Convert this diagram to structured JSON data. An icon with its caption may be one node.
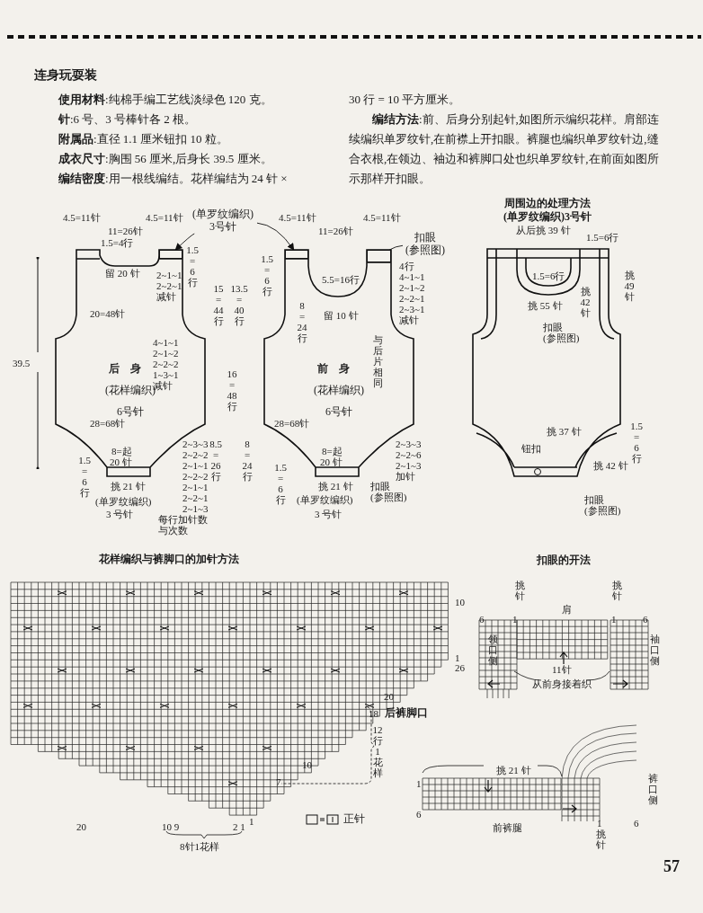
{
  "diagram": {
    "title": "连身玩耍装",
    "nodes": [
      {
        "text": [
          "后身",
          "(花样编织)",
          "6号针"
        ]
      },
      {
        "text": [],
        "shape": "box",
        "in": 0
      },
      {
        "text": [
          "(单罗纹编织)",
          "3号针"
        ]
      },
      {
        "text": [
          "前身",
          "(花样编织)",
          "6号针"
        ]
      },
      {
        "text": [],
        "shape": "box",
        "in": 3
      },
      {
        "text": [],
        "shape": "box",
        "in": 3
      },
      {
        "text": [
          "扣眼",
          "(参照图)"
        ]
      },
      {
        "text": [
          "周围边的处理方法",
          "(单罗纹编织)3号针"
        ]
      }
    ],
    "edges": [
      {
        "from": 2,
        "to": 1,
        "arrow": "to"
      },
      {
        "from": 2,
        "to": 4,
        "arrow": "to"
      },
      {
        "from": 6,
        "to": 5,
        "arrow": "none"
      }
    ],
    "labels": [
      "**使用材料**:纯棉手编工艺线淡绿色 120 克。",
      "**针**:6 号、3 号棒针各 2 根。",
      "**附属品**:直径 1.1 厘米钮扣 10 粒。",
      "**成衣尺寸**:胸围 56 厘米,后身长 39.5 厘米。",
      "**编结密度**:用一根线编结。花样编结为 24 针 ×",
      "30 行 = 10 平方厘米。",
      "**编结方法**:前、后身分别起针,如图所示编织花样。肩部连续编织单罗纹针,在前襟上开扣眼。裤腿也编织单罗纹针边,缝合衣根,在领边、袖边和裤脚口处也织单罗纹针,在前面如图所示那样开扣眼。",
      "4.5=11针",
      "11=26针",
      "4.5=11针",
      "1.5=4行",
      "1.5=6行",
      "留 20 针",
      "2~1~1 2~2~1 减针",
      "20=48针",
      "4~1~1 2~1~2 2~2~2 1~3~1 减针",
      "28=68针",
      "8=起",
      "20 针",
      "1.5=6行",
      "挑 21 针",
      "(单罗纹编织)",
      "3 号针",
      "2~3~3 2~2~2 2~1~1 2~2~2 2~1~1 2~2~1 2~1~3",
      "每行加针数与次数",
      "39.5",
      "15=44行",
      "13.5=40行",
      "16=48行",
      "8.5=26行",
      "8=24行",
      "4.5=11针",
      "11=26针",
      "4.5=11针",
      "1.5=6行",
      "5.5=16行",
      "8=24行",
      "留 10 针",
      "4行 4~1~1 2~1~2 2~2~1 2~3~1 减针",
      "与后片相同",
      "28=68针",
      "8=起",
      "20 针",
      "1.5=6行",
      "挑 21 针",
      "(单罗纹编织)",
      "3 号针",
      "2~3~3 2~2~6 2~1~3 加针",
      "扣眼 (参照图)",
      "从后挑 39 针",
      "1.5=6行",
      "1.5=6行",
      "挑 55 针",
      "挑 42 针",
      "挑 49 针",
      "扣眼 (参照图)",
      "挑 37 针",
      "钮扣",
      "1.5=6行",
      "挑 42 针",
      "扣眼 (参照图)",
      "花样编织与裤脚口的加针方法",
      "10",
      "1",
      "26",
      "20",
      "18",
      "后裤脚口",
      "12行1花样",
      "10",
      "7",
      "1",
      "20",
      "10 9",
      "2 1",
      "8针1花样",
      "扣眼的开法",
      "挑针",
      "肩",
      "挑针",
      "6",
      "1",
      "1",
      "6",
      "领口侧",
      "袖口侧",
      "11针",
      "从前身接着织",
      "挑 21 针",
      "1",
      "6",
      "裤口侧",
      "前裤腿",
      "1",
      "6",
      "挑针",
      "57"
    ],
    "legend": [
      {
        "text": "正针"
      }
    ]
  }
}
